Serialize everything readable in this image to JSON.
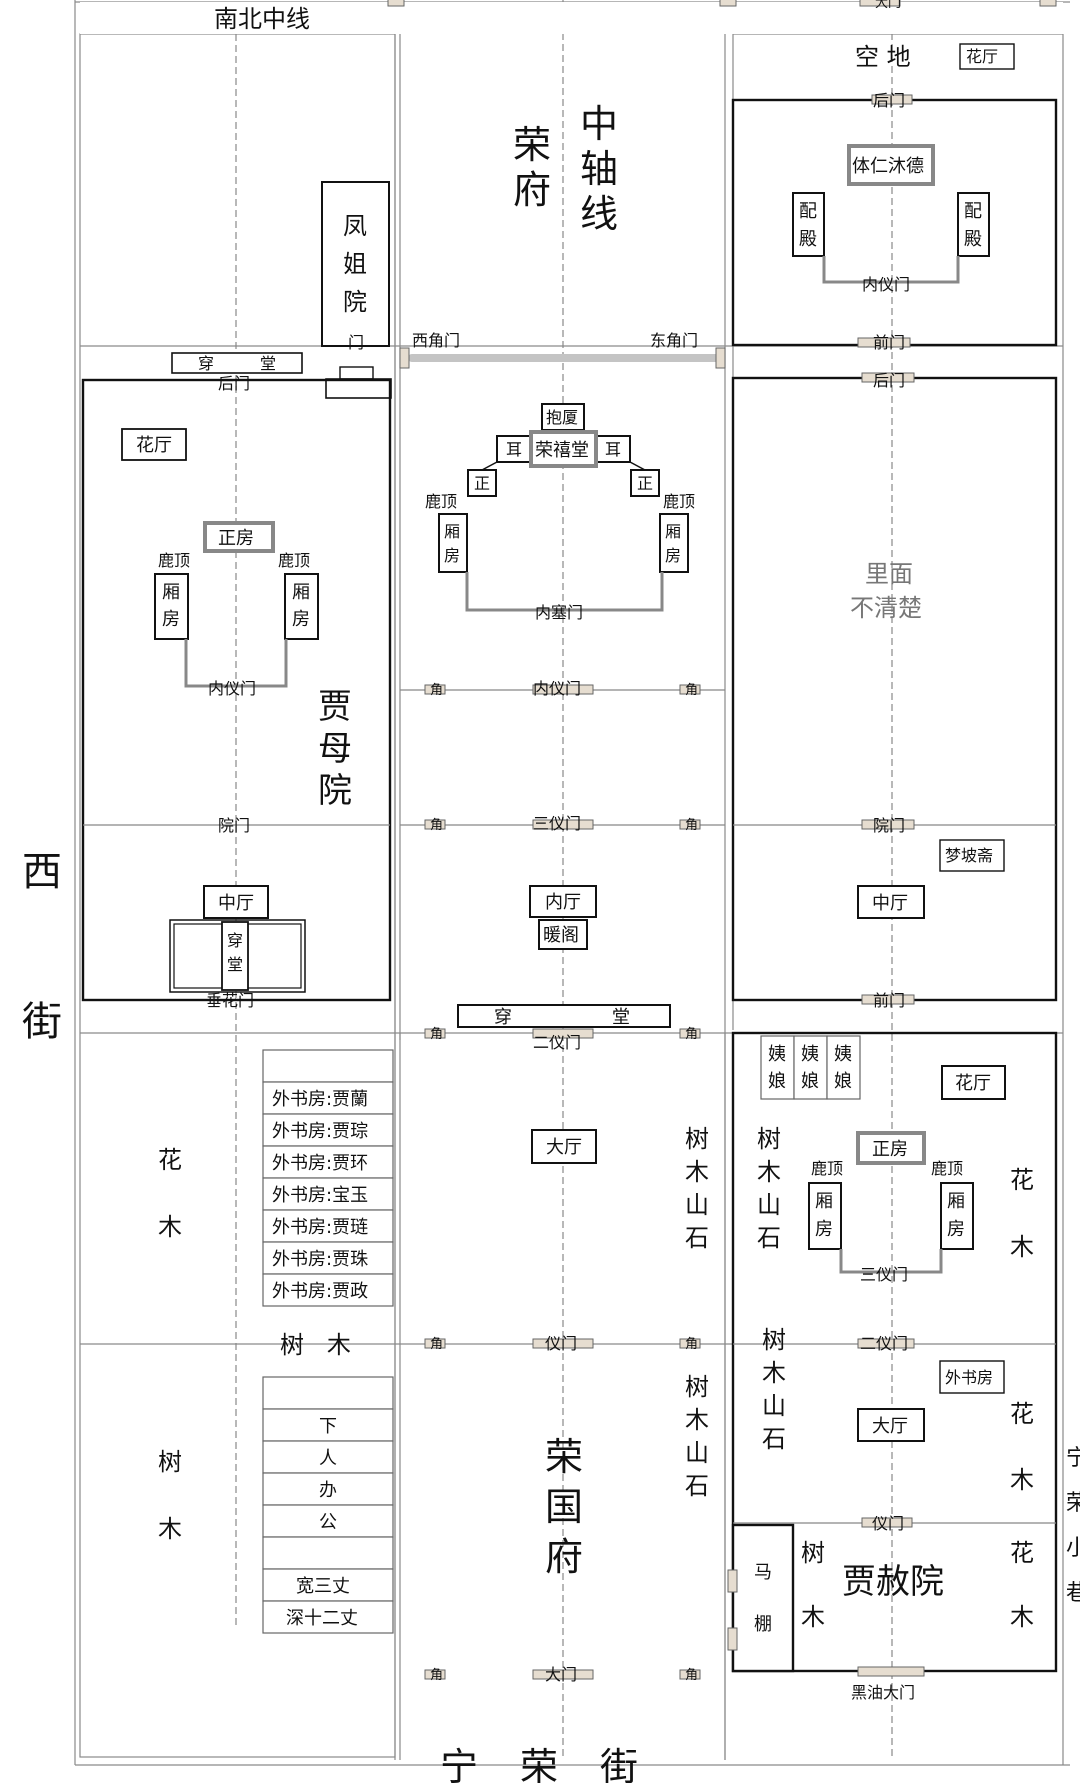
{
  "streets": {
    "north_axis": "南北中线",
    "west": [
      "西",
      "街"
    ],
    "south": "宁荣街",
    "east_partial": [
      "宁",
      "荣",
      "小",
      "巷"
    ]
  },
  "axis": {
    "title_rongfu": [
      "荣",
      "府"
    ],
    "title_axis": [
      "中",
      "轴",
      "线"
    ]
  },
  "gates": {
    "west_corner": "西角门",
    "east_corner": "东角门",
    "corner": "角",
    "big_gate_top": "大门",
    "houmen": "后门",
    "qianmen": "前门",
    "nei_yimen": "内仪门",
    "nei_saimen": "内塞门",
    "san_yimen": "三仪门",
    "er_yimen": "二仪门",
    "yimen": "仪门",
    "yuanmen": "院门",
    "chuihuamen": "垂花门",
    "damen": "大门",
    "heiyou_damen": "黑油大门",
    "men": "门"
  },
  "ne_court": {
    "kongdi": "空 地",
    "huating": "花厅",
    "tiren": "体仁沐德",
    "peidian": [
      "配",
      "殿"
    ]
  },
  "fengjie": [
    "凤",
    "姐",
    "院"
  ],
  "chuantang": [
    "穿",
    "堂"
  ],
  "jiamu": {
    "huating": "花厅",
    "zhengfang": "正房",
    "luding": "鹿顶",
    "xiangfang": [
      "厢",
      "房"
    ],
    "name": [
      "贾",
      "母",
      "院"
    ],
    "zhongting": "中厅"
  },
  "center": {
    "baosha": "抱厦",
    "er": "耳",
    "rongxi": "荣禧堂",
    "zheng": "正",
    "luding": "鹿顶",
    "xiangfang": [
      "厢",
      "房"
    ],
    "neiting": "内厅",
    "nuange": "暖阁",
    "dating": "大厅",
    "name": [
      "荣",
      "国",
      "府"
    ]
  },
  "east_mid": {
    "unclear": [
      "里面",
      "不清楚"
    ],
    "mengpo": "梦坡斋",
    "zhongting": "中厅"
  },
  "west_south": {
    "huamu": [
      "花",
      "木"
    ],
    "shumu": [
      "树",
      "木"
    ],
    "shumu_h": "树   木",
    "study_rooms": [
      "外书房:贾蘭",
      "外书房:贾琮",
      "外书房:贾环",
      "外书房:宝玉",
      "外书房:贾琏",
      "外书房:贾珠",
      "外书房:贾政"
    ],
    "servants": [
      "下",
      "人",
      "办",
      "公"
    ],
    "width": "宽三丈",
    "depth": "深十二丈"
  },
  "trees_rock": [
    "树",
    "木",
    "山",
    "石"
  ],
  "jiashe": {
    "yiniang": [
      "姨",
      "娘"
    ],
    "huating": "花厅",
    "zhengfang": "正房",
    "luding": "鹿顶",
    "xiangfang": [
      "厢",
      "房"
    ],
    "huamu": [
      "花",
      "木"
    ],
    "waishufang": "外书房",
    "dating": "大厅",
    "shumu": [
      "树",
      "木"
    ],
    "mapeng": [
      "马",
      "棚"
    ],
    "name": "贾赦院"
  },
  "colors": {
    "line": "#111111",
    "thin": "#8a8a8a",
    "gate_fill": "#e6ddd0",
    "road": "#c4c4c4",
    "gray_text": "#777777"
  }
}
